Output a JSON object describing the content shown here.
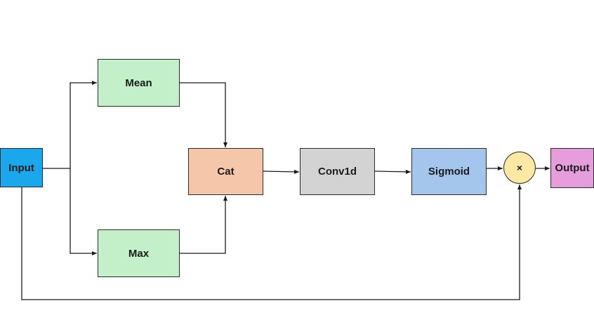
{
  "nodes": {
    "input": {
      "label": "Input",
      "color": "#1aa7ec"
    },
    "mean": {
      "label": "Mean",
      "color": "#c3f0c8"
    },
    "max": {
      "label": "Max",
      "color": "#c3f0c8"
    },
    "cat": {
      "label": "Cat",
      "color": "#f6c6aa"
    },
    "conv": {
      "label": "Conv1d",
      "color": "#d3d3d3"
    },
    "sigmoid": {
      "label": "Sigmoid",
      "color": "#a4c6ec"
    },
    "multiply": {
      "label": "×",
      "color": "#fde9a3"
    },
    "output": {
      "label": "Output",
      "color": "#e59ddb"
    }
  },
  "edge_color": "#1a1a1a"
}
